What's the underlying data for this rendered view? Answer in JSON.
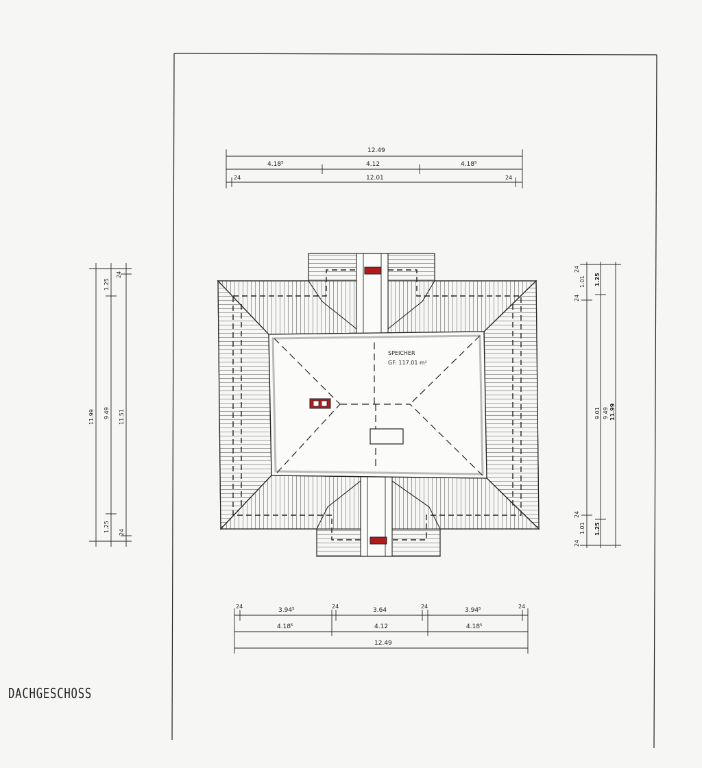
{
  "title": "DACHGESCHOSS",
  "room": {
    "name": "SPEICHER",
    "area": "GF:  117.01  m²"
  },
  "dims": {
    "top_total": "12.49",
    "top_left": "4.18⁵",
    "top_mid": "4.12",
    "top_right": "4.18⁵",
    "top_inner": "12.01",
    "top_edge": "24",
    "bottom_seg_left": "3.94⁵",
    "bottom_seg_mid": "3.64",
    "bottom_seg_right": "3.94⁵",
    "bottom_edge": "24",
    "bottom_left": "4.18⁵",
    "bottom_mid": "4.12",
    "bottom_right": "4.18⁵",
    "bottom_total": "12.49",
    "left_outer": "11.99",
    "left_mid": "9.49",
    "left_inner": "11.51",
    "left_seg": "1.25",
    "left_edge": "24",
    "right_outer": "11.99",
    "right_mid": "9.49",
    "right_inner": "9.01",
    "right_seg": "1.25",
    "right_seg2": "1.01",
    "right_edge": "24"
  },
  "colors": {
    "chimney": "#b01c1c",
    "line": "#222222"
  }
}
